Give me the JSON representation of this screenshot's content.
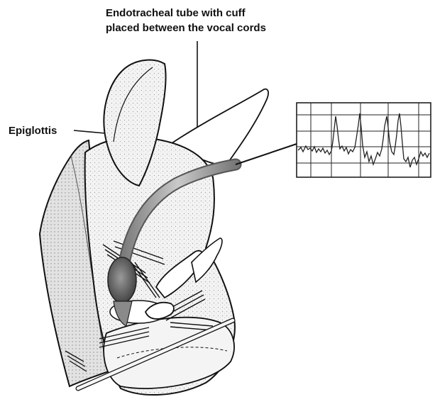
{
  "labels": {
    "tube_line1": "Endotracheal tube with cuff",
    "tube_line2": "placed between the vocal cords",
    "epiglottis": "Epiglottis"
  },
  "emg_trace": {
    "description_type": "waveform",
    "peaks": 4
  },
  "colors": {
    "line": "#111111",
    "tissue": "#e6e6e6",
    "tube": "#9a9a9a",
    "cuff": "#6e6e6e"
  }
}
